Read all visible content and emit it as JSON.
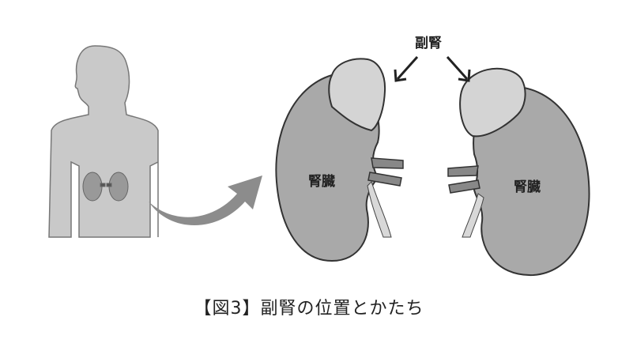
{
  "labels": {
    "adrenal": "副腎",
    "kidney_left": "腎臓",
    "kidney_right": "腎臓"
  },
  "caption": "【図3】副腎の位置とかたち",
  "colors": {
    "body": "#c8c8c8",
    "kidney": "#a9a9a9",
    "adrenal": "#d4d4d4",
    "arrow": "#8c8c8c"
  }
}
